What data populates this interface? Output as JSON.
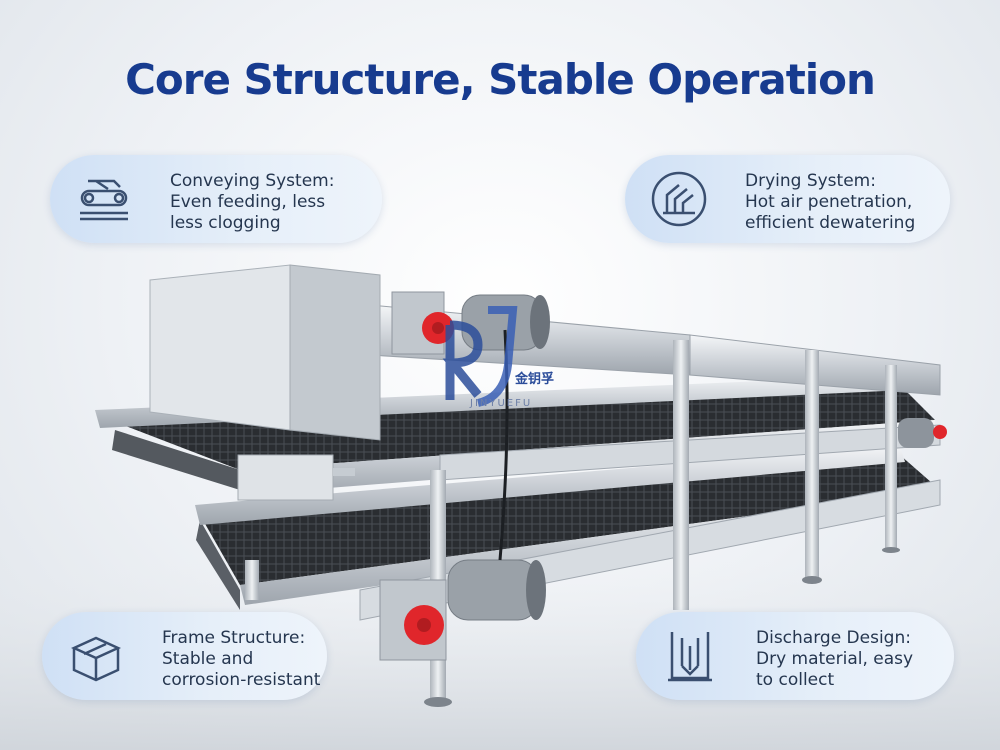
{
  "title": "Core Structure, Stable Operation",
  "cards": [
    {
      "icon": "conveyor-icon",
      "lines": [
        "Conveying System:",
        "Even feeding, less",
        "less clogging"
      ]
    },
    {
      "icon": "hot-air-icon",
      "lines": [
        "Drying System:",
        "Hot air penetration,",
        "efficient dewatering"
      ]
    },
    {
      "icon": "frame-box-icon",
      "lines": [
        "Frame Structure:",
        "Stable and",
        "corrosion-resistant"
      ]
    },
    {
      "icon": "discharge-icon",
      "lines": [
        "Discharge Design:",
        "Dry material, easy",
        "to collect"
      ]
    }
  ],
  "watermark": {
    "logo": "RJ",
    "name": "金钥孚",
    "sub": "JINYUEFU"
  },
  "colors": {
    "title": "#173b8f",
    "card_text": "#25364f",
    "icon": "#3a4f70",
    "motor_red": "#e0262b"
  }
}
